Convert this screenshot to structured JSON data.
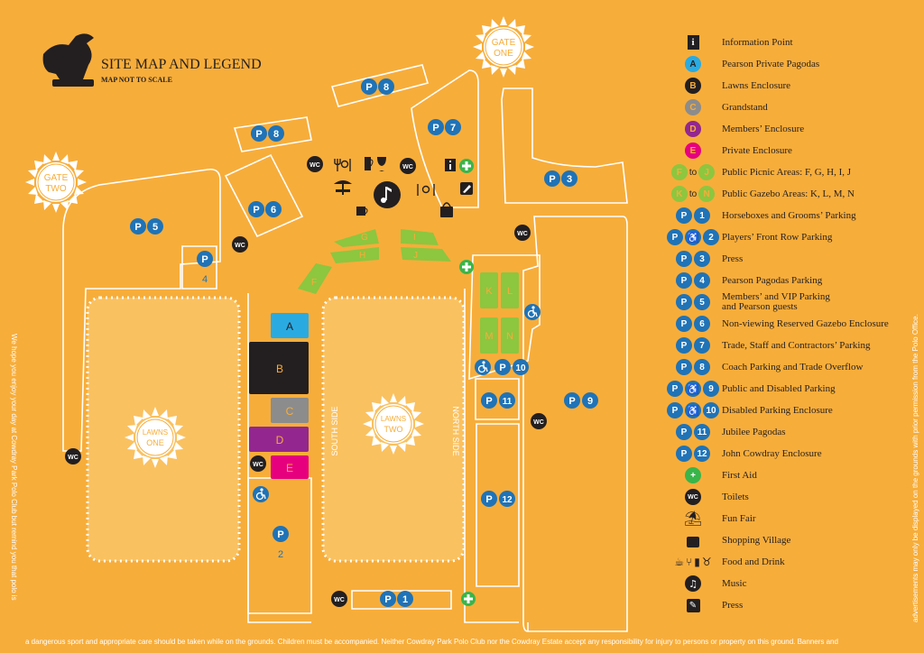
{
  "header": {
    "title": "SITE MAP AND LEGEND",
    "subtitle": "MAP NOT TO SCALE"
  },
  "colors": {
    "background": "#f7ad3a",
    "parking_blue": "#1f73b7",
    "enclosure_a": "#29abe2",
    "enclosure_b": "#231f20",
    "enclosure_c": "#8c8c8c",
    "enclosure_d": "#93278f",
    "enclosure_e": "#e6007e",
    "picnic_green": "#8dc63f",
    "first_aid_green": "#39b54a",
    "lawn_fill": "#ffe8a8"
  },
  "map": {
    "gates": [
      {
        "label_line1": "GATE",
        "label_line2": "ONE"
      },
      {
        "label_line1": "GATE",
        "label_line2": "TWO"
      }
    ],
    "lawns": [
      {
        "label_line1": "LAWNS",
        "label_line2": "ONE"
      },
      {
        "label_line1": "LAWNS",
        "label_line2": "TWO"
      }
    ],
    "side_labels": {
      "south": "SOUTH SIDE",
      "north": "NORTH SIDE"
    },
    "enclosures": [
      "A",
      "B",
      "C",
      "D",
      "E"
    ],
    "picnic_areas": [
      "F",
      "G",
      "H",
      "I",
      "J"
    ],
    "gazebo_areas": [
      "K",
      "L",
      "M",
      "N"
    ],
    "parking": {
      "p1": "1",
      "p2": "2",
      "p3": "3",
      "p4": "4",
      "p5": "5",
      "p6": "6",
      "p7": "7",
      "p8": "8",
      "p9": "9",
      "p10": "10",
      "p11": "11",
      "p12": "12",
      "p_letter": "P"
    },
    "wc": "WC"
  },
  "legend": {
    "items": [
      {
        "icon": "information-icon",
        "label": "Information Point"
      },
      {
        "icon": "A",
        "label": "Pearson Private Pagodas"
      },
      {
        "icon": "B",
        "label": "Lawns Enclosure"
      },
      {
        "icon": "C",
        "label": "Grandstand"
      },
      {
        "icon": "D",
        "label": "Members’ Enclosure"
      },
      {
        "icon": "E",
        "label": "Private Enclosure"
      },
      {
        "icon": "F to J",
        "label": "Public Picnic Areas: F, G, H, I, J"
      },
      {
        "icon": "K to N",
        "label": "Public Gazebo Areas: K, L, M, N"
      },
      {
        "icon": "P1",
        "label": "Horseboxes and Grooms’ Parking"
      },
      {
        "icon": "P2",
        "label": "Players’ Front Row Parking"
      },
      {
        "icon": "P3",
        "label": "Press"
      },
      {
        "icon": "P4",
        "label": "Pearson Pagodas Parking"
      },
      {
        "icon": "P5",
        "label": "Members’ and VIP Parking",
        "label2": "and Pearson guests"
      },
      {
        "icon": "P6",
        "label": "Non-viewing Reserved Gazebo Enclosure"
      },
      {
        "icon": "P7",
        "label": "Trade, Staff and Contractors’ Parking"
      },
      {
        "icon": "P8",
        "label": "Coach Parking and Trade Overflow"
      },
      {
        "icon": "P9",
        "label": "Public and Disabled Parking"
      },
      {
        "icon": "P10",
        "label": "Disabled Parking Enclosure"
      },
      {
        "icon": "P11",
        "label": "Jubilee Pagodas"
      },
      {
        "icon": "P12",
        "label": "John Cowdray Enclosure"
      },
      {
        "icon": "first-aid-icon",
        "label": "First Aid"
      },
      {
        "icon": "toilet-icon",
        "label": "Toilets"
      },
      {
        "icon": "fun-fair-icon",
        "label": "Fun Fair"
      },
      {
        "icon": "shopping-bag-icon",
        "label": "Shopping Village"
      },
      {
        "icon": "food-drink-icons",
        "label": "Food and Drink"
      },
      {
        "icon": "music-icon",
        "label": "Music"
      },
      {
        "icon": "press-icon",
        "label": "Press"
      }
    ],
    "to_word": "to"
  },
  "footer": {
    "left_vertical": "We hope you enjoy your day at Cowdray Park Polo Club but remind you that polo is",
    "bottom": "a dangerous sport and appropriate care should be taken while on the grounds. Children must be accompanied. Neither Cowdray Park Polo Club nor the Cowdray Estate accept any responsibility for injury to persons or property on this ground. Banners and",
    "right_vertical": "advertisements may only be displayed on the grounds with prior permission from the Polo Office."
  }
}
